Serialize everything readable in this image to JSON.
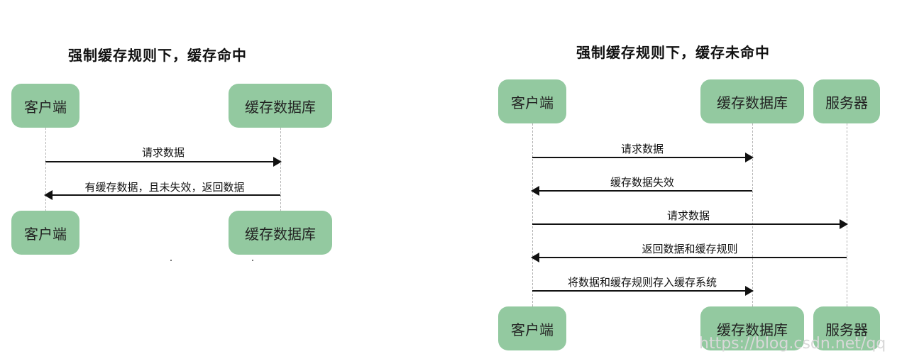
{
  "left_diagram": {
    "title": "强制缓存规则下，缓存命中",
    "participants": [
      "客户端",
      "缓存数据库"
    ],
    "messages": [
      {
        "text": "请求数据",
        "from": "客户端",
        "to": "缓存数据库"
      },
      {
        "text": "有缓存数据，且未失效，返回数据",
        "from": "缓存数据库",
        "to": "客户端"
      }
    ]
  },
  "right_diagram": {
    "title": "强制缓存规则下，缓存未命中",
    "participants": [
      "客户端",
      "缓存数据库",
      "服务器"
    ],
    "messages": [
      {
        "text": "请求数据",
        "from": "客户端",
        "to": "缓存数据库"
      },
      {
        "text": "缓存数据失效",
        "from": "缓存数据库",
        "to": "客户端"
      },
      {
        "text": "请求数据",
        "from": "客户端",
        "to": "服务器"
      },
      {
        "text": "返回数据和缓存规则",
        "from": "服务器",
        "to": "客户端"
      },
      {
        "text": "将数据和缓存规则存入缓存系统",
        "from": "客户端",
        "to": "缓存数据库"
      }
    ]
  },
  "watermark": "https://blog.csdn.net/qq"
}
